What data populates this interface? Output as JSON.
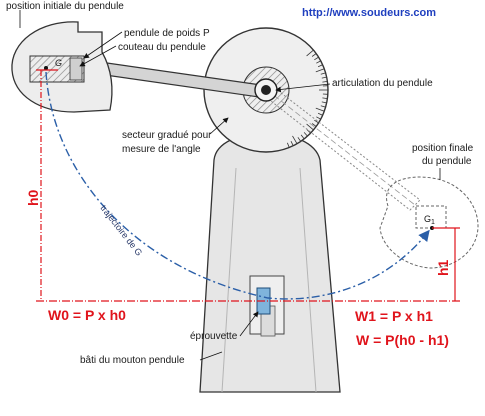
{
  "header": {
    "url": "http://www.soudeurs.com"
  },
  "labels": {
    "position_initiale": "position initiale du pendule",
    "pendule_poids": "pendule de poids P",
    "couteau": "couteau du pendule",
    "articulation": "articulation du pendule",
    "secteur_line1": "secteur gradué pour",
    "secteur_line2": "mesure de l'angle",
    "position_finale_line1": "position finale",
    "position_finale_line2": "du pendule",
    "trajectoire": "trajectoire de G",
    "eprouvette": "éprouvette",
    "bati": "bâti du mouton pendule"
  },
  "markers": {
    "g_initial": "G",
    "g_final": "G",
    "g_final_sub": "1"
  },
  "formulas": {
    "h0": "h0",
    "h1": "h1",
    "w0": "W0 = P x h0",
    "w1": "W1 = P x h1",
    "w": "W = P(h0 - h1)"
  },
  "colors": {
    "formula": "#e0141c",
    "trajectory": "#2b5fa8",
    "url": "#1f3fbf",
    "frame_fill": "#e6e6e6"
  }
}
